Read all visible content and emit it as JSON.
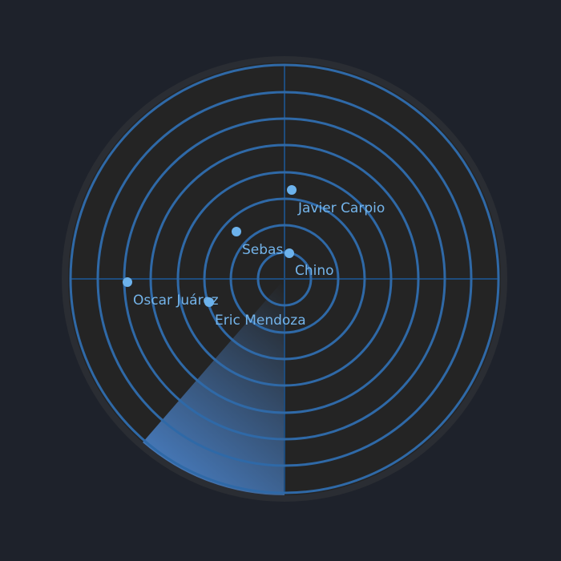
{
  "radar": {
    "colors": {
      "background": "#1e222b",
      "disk": "#242424",
      "rim": "#2a2d33",
      "ring": "#2f69a7",
      "axis": "#1e4c7d",
      "contact": "#6cb2ec",
      "label": "#74b4ea",
      "sweep": "#4f8fe0"
    },
    "ring_count": 8,
    "contacts": [
      {
        "name": "Javier Carpio"
      },
      {
        "name": "Sebas"
      },
      {
        "name": "Chino"
      },
      {
        "name": "Oscar Juárez"
      },
      {
        "name": "Eric Mendoza"
      }
    ]
  }
}
